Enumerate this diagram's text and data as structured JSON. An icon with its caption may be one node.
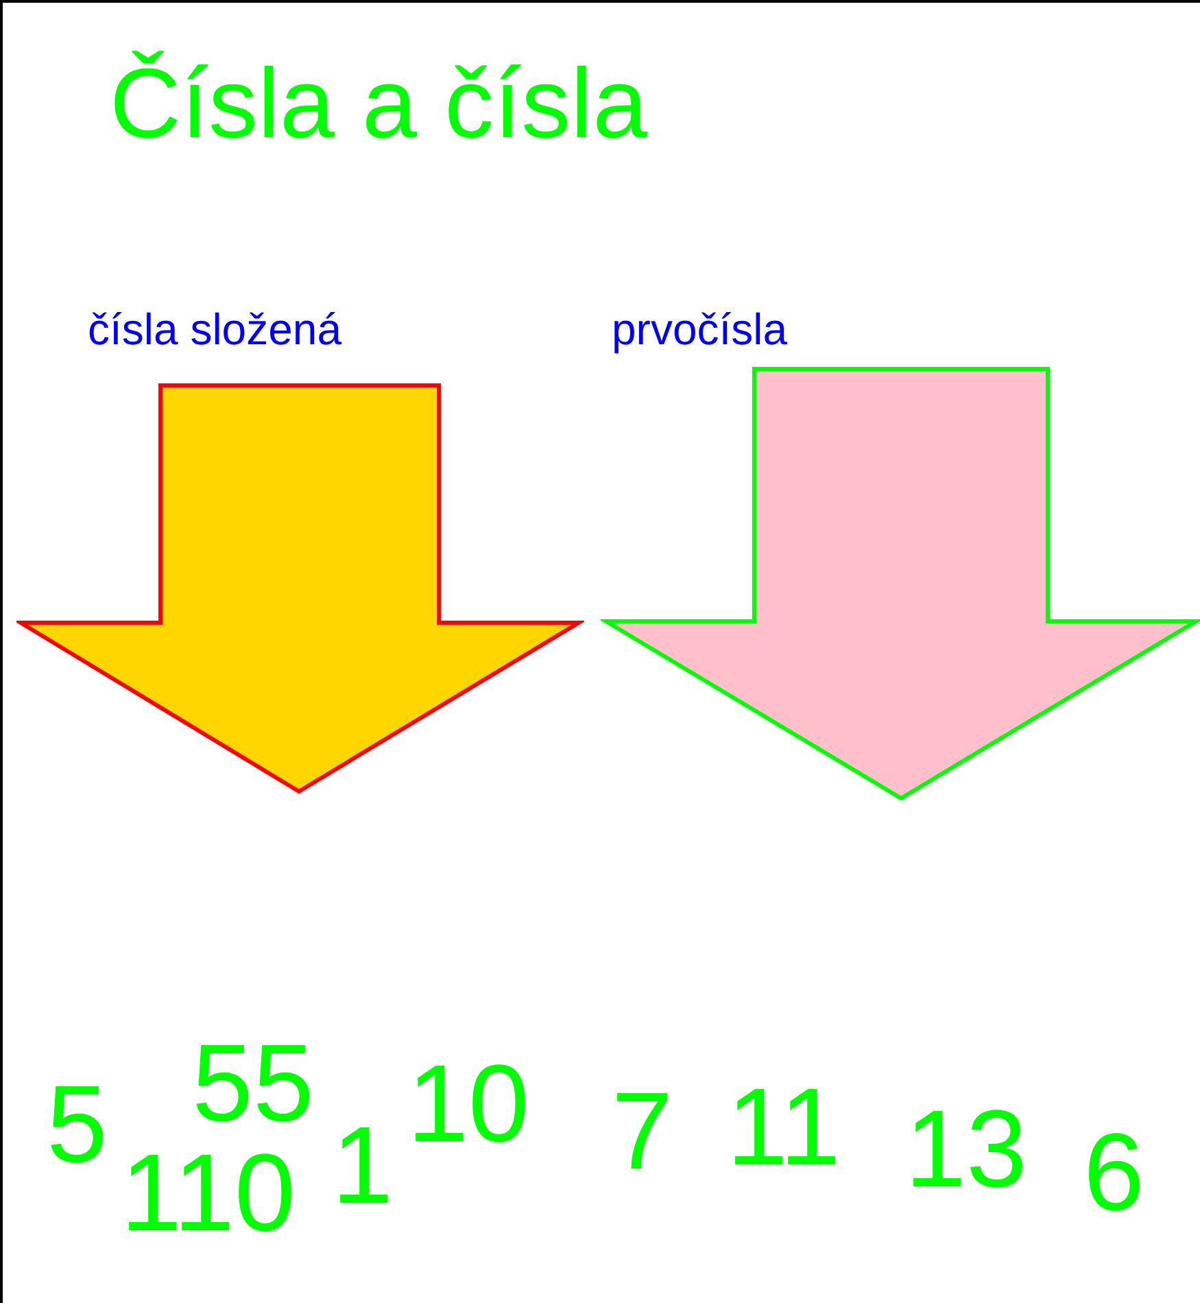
{
  "diagram": {
    "title": "Čísla a čísla",
    "nodes": [
      {
        "text": [
          "čísla složená"
        ]
      },
      {
        "text": [
          "prvočísla"
        ]
      }
    ],
    "edges": [],
    "labels": [
      "5",
      "55",
      "110",
      "1",
      "10",
      "7",
      "11",
      "13",
      "6"
    ]
  }
}
